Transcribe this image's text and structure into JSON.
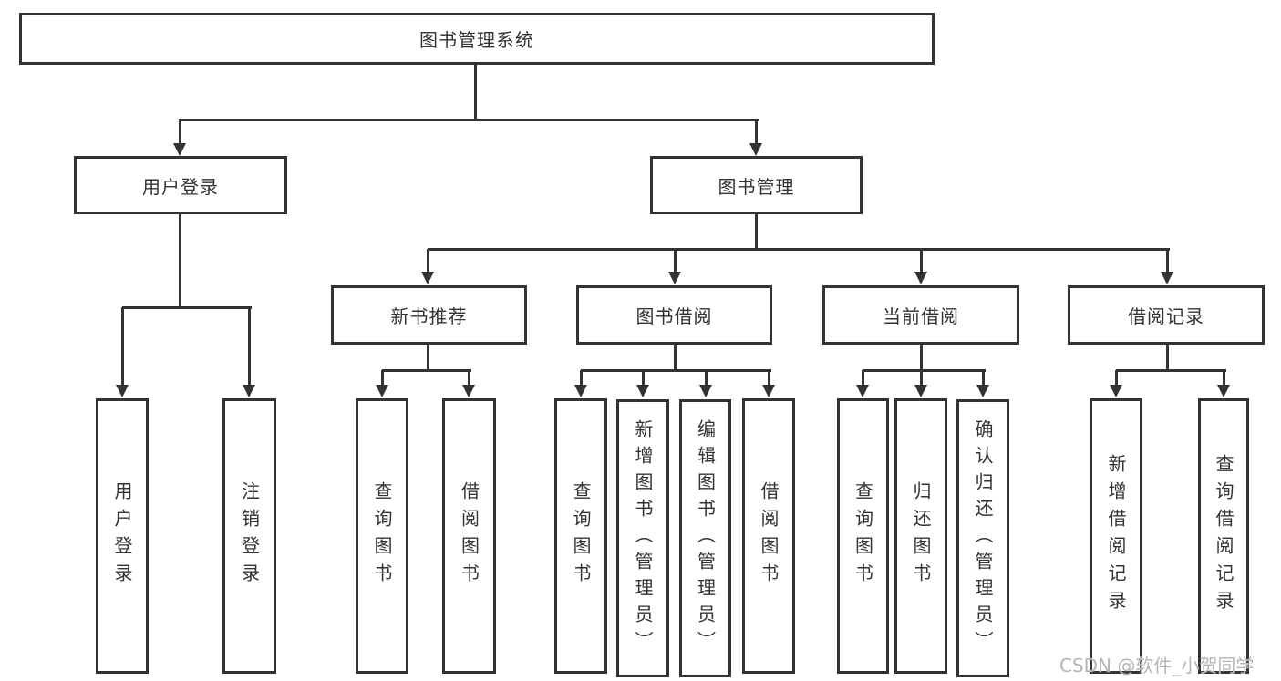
{
  "diagram": {
    "tree": {
      "label": "图书管理系统",
      "children": [
        {
          "label": "用户登录",
          "children": [
            {
              "label": "用户登录"
            },
            {
              "label": "注销登录"
            }
          ]
        },
        {
          "label": "图书管理",
          "children": [
            {
              "label": "新书推荐",
              "children": [
                {
                  "label": "查询图书"
                },
                {
                  "label": "借阅图书"
                }
              ]
            },
            {
              "label": "图书借阅",
              "children": [
                {
                  "label": "查询图书"
                },
                {
                  "label": "新增图书（管理员）"
                },
                {
                  "label": "编辑图书（管理员）"
                },
                {
                  "label": "借阅图书"
                }
              ]
            },
            {
              "label": "当前借阅",
              "children": [
                {
                  "label": "查询图书"
                },
                {
                  "label": "归还图书"
                },
                {
                  "label": "确认归还（管理员）"
                }
              ]
            },
            {
              "label": "借阅记录",
              "children": [
                {
                  "label": "新增借阅记录"
                },
                {
                  "label": "查询借阅记录"
                }
              ]
            }
          ]
        }
      ]
    },
    "colors": {
      "line": "#333333",
      "box_border": "#333333",
      "text": "#333333",
      "background": "#ffffff",
      "watermark": "#b5b5b5"
    }
  },
  "watermark": {
    "text": "CSDN @软件_小贺同学"
  }
}
